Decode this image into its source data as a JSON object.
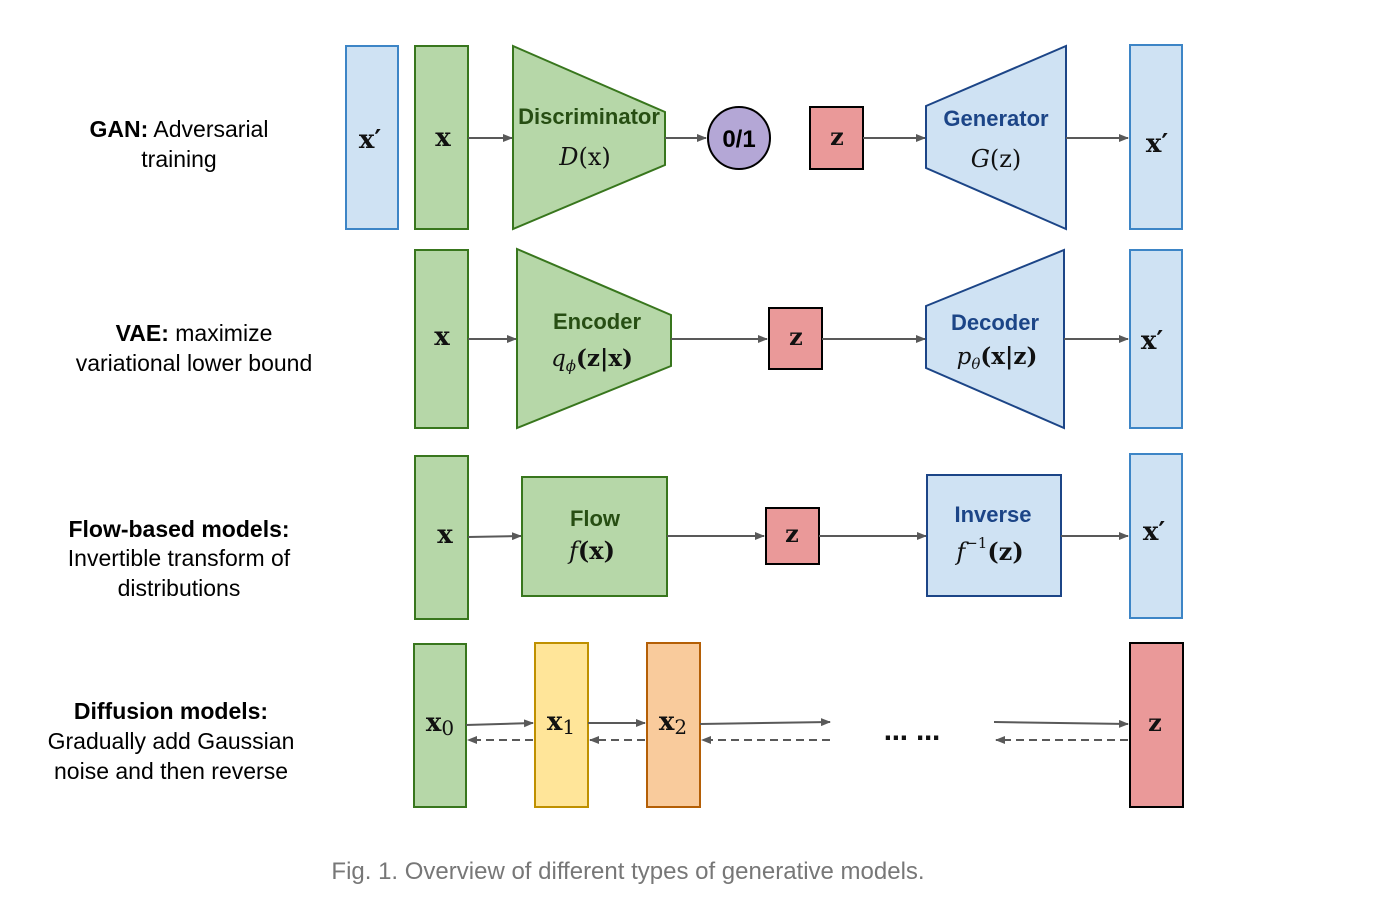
{
  "rows": [
    {
      "label_bold": "GAN:",
      "label_rest": " Adversarial",
      "label_line2": "training",
      "label_line3": ""
    },
    {
      "label_bold": "VAE:",
      "label_rest": " maximize",
      "label_line2": "variational lower bound",
      "label_line3": ""
    },
    {
      "label_bold": "Flow-based models:",
      "label_rest": "",
      "label_line2": "Invertible transform of",
      "label_line3": "distributions"
    },
    {
      "label_bold": "Diffusion models:",
      "label_rest": "",
      "label_line2": "Gradually add Gaussian",
      "label_line3": "noise and then reverse"
    }
  ],
  "gan": {
    "x_prime_left": "x′",
    "x": "x",
    "discriminator_name": "Discriminator",
    "discriminator_fn": "D",
    "discriminator_arg": "(x)",
    "output": "0/1",
    "z": "z",
    "generator_name": "Generator",
    "generator_fn": "G",
    "generator_arg": "(z)",
    "x_prime_right": "x′"
  },
  "vae": {
    "x": "x",
    "encoder_name": "Encoder",
    "encoder_fn": "q",
    "encoder_sub": "ϕ",
    "encoder_arg": "(z|x)",
    "z": "z",
    "decoder_name": "Decoder",
    "decoder_fn": "p",
    "decoder_sub": "θ",
    "decoder_arg": "(x|z)",
    "x_prime": "x′"
  },
  "flow": {
    "x": "x",
    "flow_name": "Flow",
    "flow_fn": "f",
    "flow_arg": "(x)",
    "z": "z",
    "inverse_name": "Inverse",
    "inverse_fn": "f",
    "inverse_sup": "−1",
    "inverse_arg": "(z)",
    "x_prime": "x′"
  },
  "diffusion": {
    "x0_base": "x",
    "x0_sub": "0",
    "x1_base": "x",
    "x1_sub": "1",
    "x2_base": "x",
    "x2_sub": "2",
    "ellipsis": "… …",
    "z": "z"
  },
  "colors": {
    "green_fill": "#b6d7a8",
    "green_stroke": "#38761d",
    "blue_fill": "#cfe2f3",
    "blue_stroke": "#3d85c6",
    "red_fill": "#ea9999",
    "red_stroke": "#000000",
    "purple_fill": "#b4a7d6",
    "yellow_fill": "#ffe599",
    "yellow_stroke": "#bf9000",
    "orange_fill": "#f9cb9c",
    "orange_stroke": "#b45f06",
    "arrow": "#595959"
  },
  "caption": "Fig. 1. Overview of different types of generative models."
}
